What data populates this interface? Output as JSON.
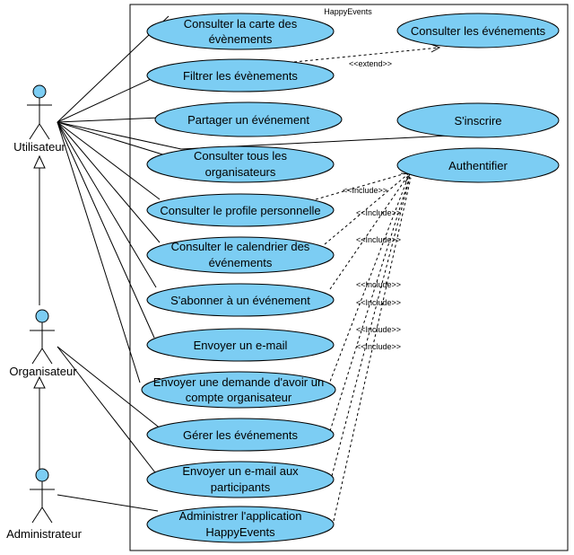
{
  "system": {
    "title": "HappyEvents"
  },
  "actors": [
    {
      "id": "utilisateur",
      "label": "Utilisateur"
    },
    {
      "id": "organisateur",
      "label": "Organisateur"
    },
    {
      "id": "administrateur",
      "label": "Administrateur"
    }
  ],
  "use_cases": [
    {
      "id": "uc-carte",
      "lines": [
        "Consulter la carte des",
        "évènements"
      ]
    },
    {
      "id": "uc-filtrer",
      "lines": [
        "Filtrer les évènements"
      ]
    },
    {
      "id": "uc-partager",
      "lines": [
        "Partager un événement"
      ]
    },
    {
      "id": "uc-organisateurs",
      "lines": [
        "Consulter tous les",
        "organisateurs"
      ]
    },
    {
      "id": "uc-profile",
      "lines": [
        "Consulter le profile personnelle"
      ]
    },
    {
      "id": "uc-calendrier",
      "lines": [
        "Consulter le calendrier des",
        "événements"
      ]
    },
    {
      "id": "uc-abonner",
      "lines": [
        "S'abonner à un événement"
      ]
    },
    {
      "id": "uc-email",
      "lines": [
        "Envoyer un e-mail"
      ]
    },
    {
      "id": "uc-demande",
      "lines": [
        "Envoyer une demande d'avoir un",
        "compte organisateur"
      ]
    },
    {
      "id": "uc-gerer",
      "lines": [
        "Gérer les événements"
      ]
    },
    {
      "id": "uc-email-participants",
      "lines": [
        "Envoyer un e-mail aux",
        "participants"
      ]
    },
    {
      "id": "uc-administrer",
      "lines": [
        "Administrer l'application",
        "HappyEvents"
      ]
    },
    {
      "id": "uc-consulter-evenements",
      "lines": [
        "Consulter les événements"
      ]
    },
    {
      "id": "uc-inscrire",
      "lines": [
        "S'inscrire"
      ]
    },
    {
      "id": "uc-authentifier",
      "lines": [
        "Authentifier"
      ]
    }
  ],
  "stereotypes": {
    "extend": "<<extend>>",
    "include_a": "<<Include>>",
    "include_b": "<<Include>>"
  }
}
